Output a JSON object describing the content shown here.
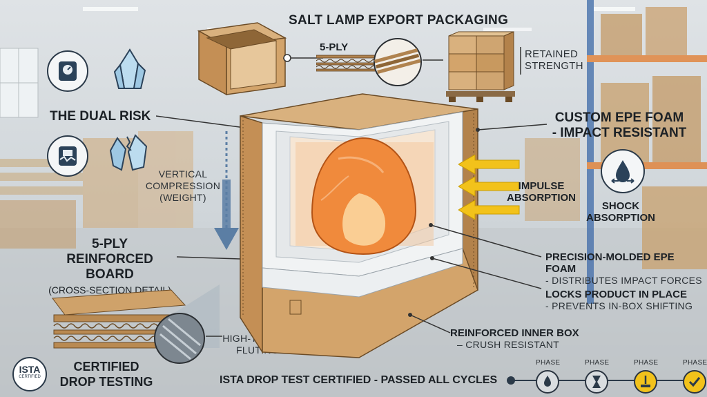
{
  "title": "SALT LAMP EXPORT PACKAGING",
  "top": {
    "ply_label": "5-PLY",
    "retained": [
      "RETAINED",
      "STRENGTH"
    ]
  },
  "left": {
    "dual_risk": "THE DUAL RISK",
    "vertical": [
      "VERTICAL",
      "COMPRESSION",
      "(WEIGHT)"
    ],
    "board": [
      "5-PLY",
      "REINFORCED BOARD",
      "(CROSS-SECTION DETAIL)"
    ],
    "fluting": [
      "HIGH-TENSILE",
      "FLUTING"
    ],
    "certified": [
      "CERTIFIED",
      "DROP TESTING"
    ],
    "ista_badge": [
      "ISTA",
      "CERTIFIED"
    ]
  },
  "right": {
    "foam": [
      "CUSTOM EPE FOAM",
      "- IMPACT RESISTANT"
    ],
    "impulse": [
      "IMPULSE",
      "ABSORPTION"
    ],
    "shock": [
      "SHOCK",
      "ABSORPTION"
    ],
    "molded": [
      "PRECISION-MOLDED EPE FOAM",
      "- DISTRIBUTES IMPACT FORCES"
    ],
    "locks": [
      "LOCKS PRODUCT IN PLACE",
      "- PREVENTS IN-BOX SHIFTING"
    ],
    "inner": [
      "REINFORCED INNER BOX",
      "– CRUSH RESISTANT"
    ]
  },
  "bottom": {
    "ista_line": "ISTA DROP TEST CERTIFIED - PASSED ALL CYCLES",
    "phases": [
      "PHASE",
      "PHASE",
      "PHASE",
      "PHASE"
    ]
  },
  "colors": {
    "cardboard": "#c99a62",
    "cardboard_dark": "#a87843",
    "foam": "#f1f3f4",
    "salt": "#f08a3c",
    "arrow_yellow": "#f2c21b",
    "arrow_blue": "#5b7ea4",
    "navy": "#2b3a49",
    "phase_active": "#f2c21b"
  },
  "icons": [
    "scale-icon",
    "crystal-icon",
    "broken-scale-icon",
    "broken-crystal-icon",
    "water-drop-icon",
    "ista-badge-icon",
    "hourglass-icon",
    "check-icon"
  ]
}
